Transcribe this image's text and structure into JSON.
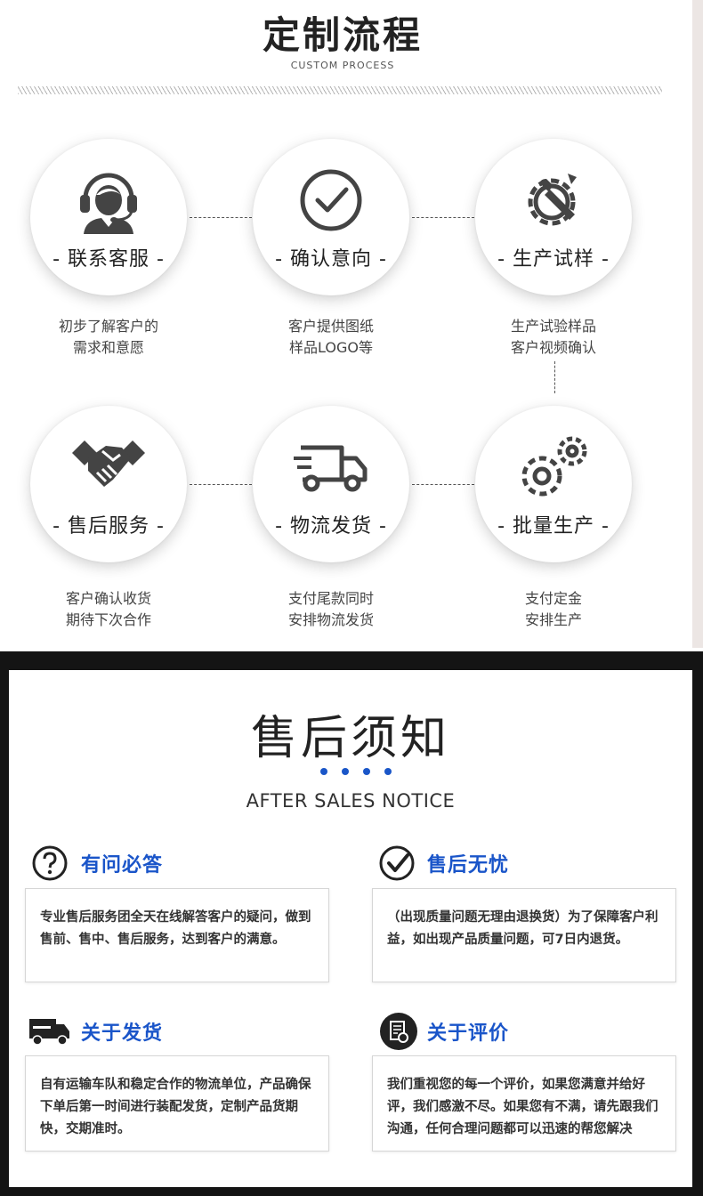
{
  "process": {
    "title": "定制流程",
    "subtitle": "CUSTOM PROCESS",
    "steps": [
      {
        "icon": "customer-service-icon",
        "label": "- 联系客服 -",
        "desc_line1": "初步了解客户的",
        "desc_line2": "需求和意愿"
      },
      {
        "icon": "checkmark-icon",
        "label": "- 确认意向 -",
        "desc_line1": "客户提供图纸",
        "desc_line2": "样品LOGO等"
      },
      {
        "icon": "gear-wrench-icon",
        "label": "- 生产试样 -",
        "desc_line1": "生产试验样品",
        "desc_line2": "客户视频确认"
      },
      {
        "icon": "handshake-icon",
        "label": "- 售后服务 -",
        "desc_line1": "客户确认收货",
        "desc_line2": "期待下次合作"
      },
      {
        "icon": "delivery-truck-icon",
        "label": "- 物流发货 -",
        "desc_line1": "支付尾款同时",
        "desc_line2": "安排物流发货"
      },
      {
        "icon": "gears-icon",
        "label": "- 批量生产 -",
        "desc_line1": "支付定金",
        "desc_line2": "安排生产"
      }
    ]
  },
  "after_sales": {
    "title": "售后须知",
    "subtitle": "AFTER SALES NOTICE",
    "accent_color": "#1a55c9",
    "items": [
      {
        "icon": "question-icon",
        "title": "有问必答",
        "text": "专业售后服务团全天在线解答客户的疑问，做到售前、售中、售后服务，达到客户的满意。"
      },
      {
        "icon": "check-circle-icon",
        "title": "售后无忧",
        "text": "（出现质量问题无理由退换货）为了保障客户利益，如出现产品质量问题，可7日内退货。"
      },
      {
        "icon": "truck-icon",
        "title": "关于发货",
        "text": "自有运输车队和稳定合作的物流单位，产品确保下单后第一时间进行装配发货，定制产品货期快，交期准时。"
      },
      {
        "icon": "review-icon",
        "title": "关于评价",
        "text": "我们重视您的每一个评价，如果您满意并给好评，我们感激不尽。如果您有不满，请先跟我们沟通，任何合理问题都可以迅速的帮您解决"
      }
    ]
  }
}
